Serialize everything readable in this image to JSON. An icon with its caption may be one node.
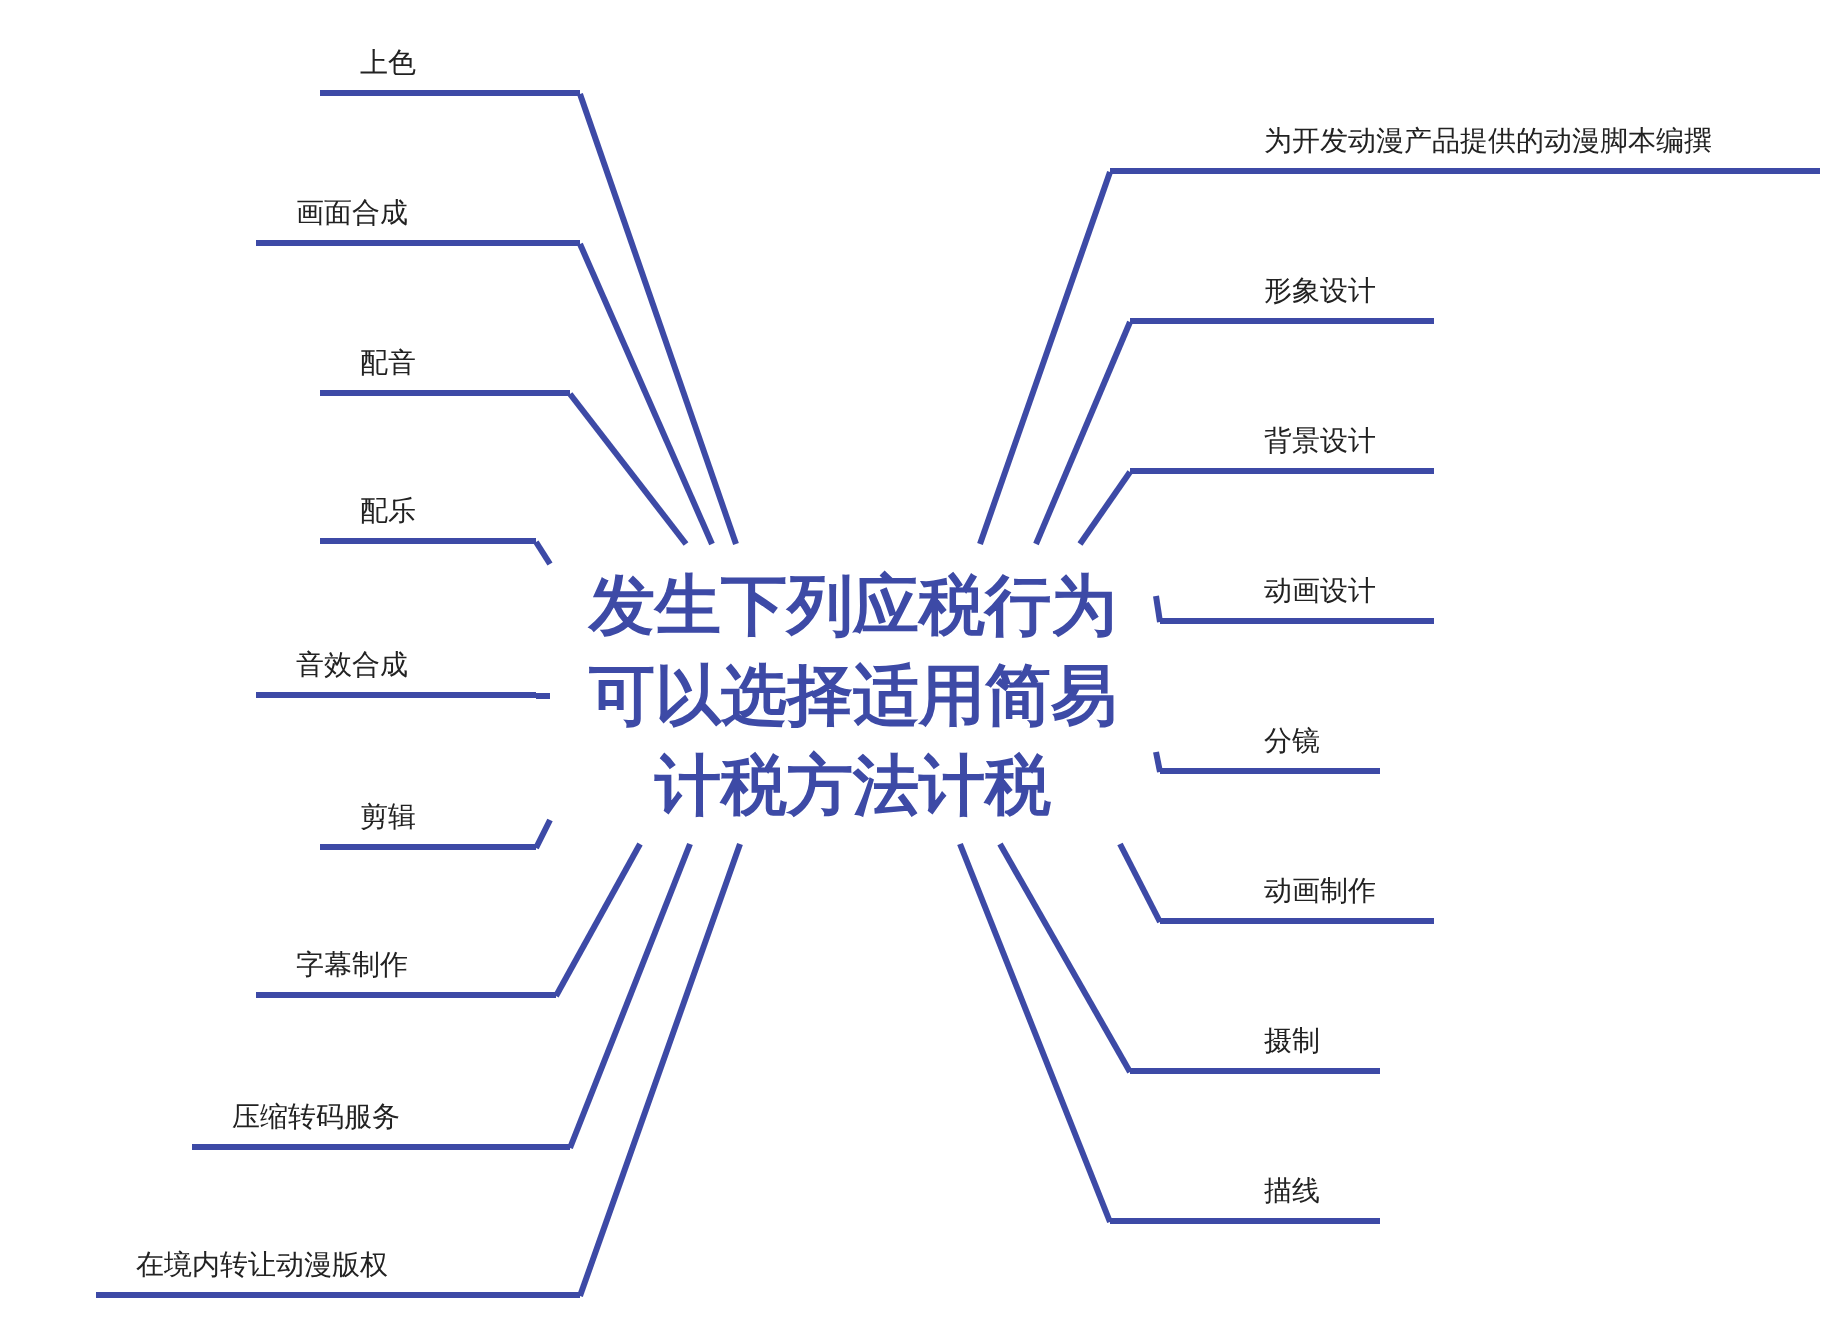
{
  "diagram": {
    "nodes": [
      {
        "text": [
          "发生下列应税行为可以选择适用简易计税方法计税"
        ]
      },
      {
        "text": [
          "上色"
        ]
      },
      {
        "text": [
          "画面合成"
        ]
      },
      {
        "text": [
          "配音"
        ]
      },
      {
        "text": [
          "配乐"
        ]
      },
      {
        "text": [
          "音效合成"
        ]
      },
      {
        "text": [
          "剪辑"
        ]
      },
      {
        "text": [
          "字幕制作"
        ]
      },
      {
        "text": [
          "压缩转码服务"
        ]
      },
      {
        "text": [
          "在境内转让动漫版权"
        ]
      },
      {
        "text": [
          "为开发动漫产品提供的动漫脚本编撰"
        ]
      },
      {
        "text": [
          "形象设计"
        ]
      },
      {
        "text": [
          "背景设计"
        ]
      },
      {
        "text": [
          "动画设计"
        ]
      },
      {
        "text": [
          "分镜"
        ]
      },
      {
        "text": [
          "动画制作"
        ]
      },
      {
        "text": [
          "摄制"
        ]
      },
      {
        "text": [
          "描线"
        ]
      }
    ],
    "edges": [
      {
        "from": 0,
        "to": 1,
        "arrow": "none"
      },
      {
        "from": 0,
        "to": 2,
        "arrow": "none"
      },
      {
        "from": 0,
        "to": 3,
        "arrow": "none"
      },
      {
        "from": 0,
        "to": 4,
        "arrow": "none"
      },
      {
        "from": 0,
        "to": 5,
        "arrow": "none"
      },
      {
        "from": 0,
        "to": 6,
        "arrow": "none"
      },
      {
        "from": 0,
        "to": 7,
        "arrow": "none"
      },
      {
        "from": 0,
        "to": 8,
        "arrow": "none"
      },
      {
        "from": 0,
        "to": 9,
        "arrow": "none"
      },
      {
        "from": 0,
        "to": 10,
        "arrow": "none"
      },
      {
        "from": 0,
        "to": 11,
        "arrow": "none"
      },
      {
        "from": 0,
        "to": 12,
        "arrow": "none"
      },
      {
        "from": 0,
        "to": 13,
        "arrow": "none"
      },
      {
        "from": 0,
        "to": 14,
        "arrow": "none"
      },
      {
        "from": 0,
        "to": 15,
        "arrow": "none"
      },
      {
        "from": 0,
        "to": 16,
        "arrow": "none"
      },
      {
        "from": 0,
        "to": 17,
        "arrow": "none"
      }
    ]
  }
}
